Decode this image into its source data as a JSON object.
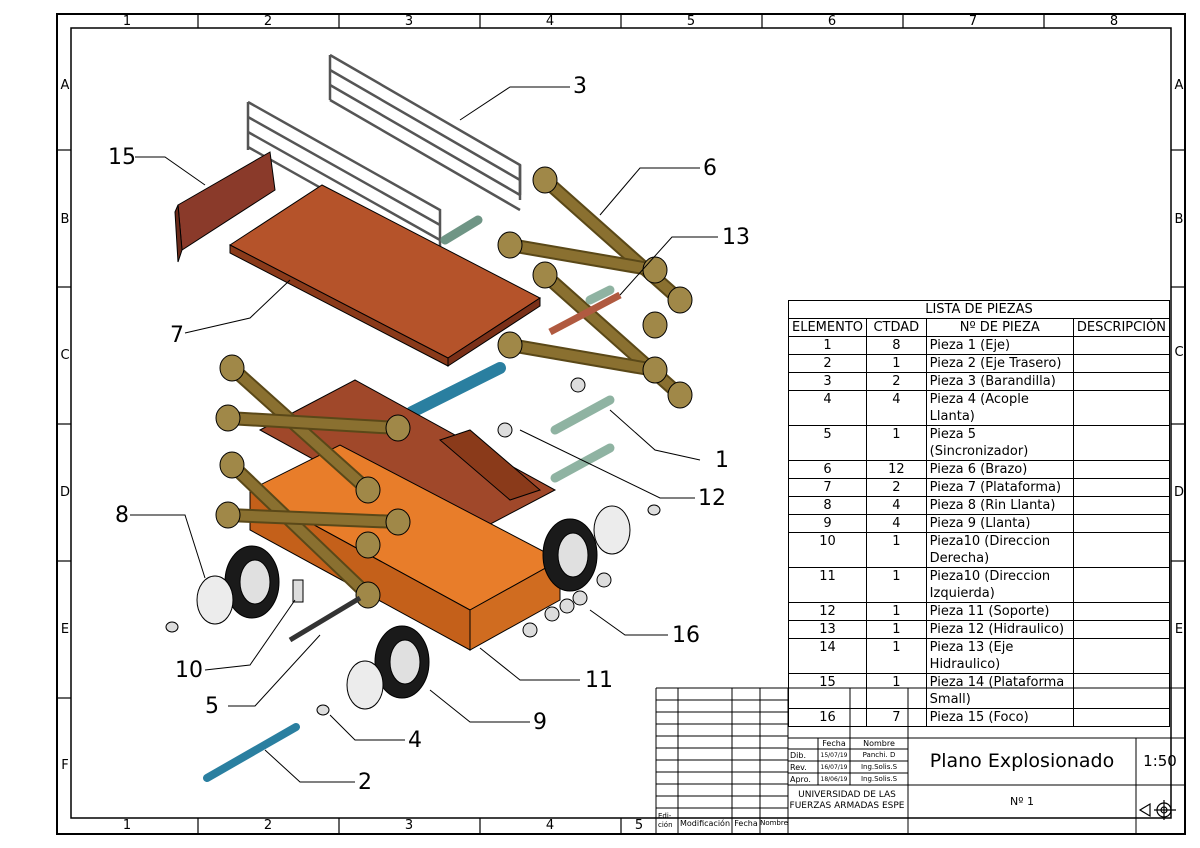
{
  "frame": {
    "columns": [
      "1",
      "2",
      "3",
      "4",
      "5",
      "6",
      "7",
      "8"
    ],
    "rows": [
      "A",
      "B",
      "C",
      "D",
      "E",
      "F"
    ]
  },
  "balloons": {
    "b1": "1",
    "b2": "2",
    "b3": "3",
    "b4": "4",
    "b5": "5",
    "b6": "6",
    "b7": "7",
    "b8": "8",
    "b9": "9",
    "b10": "10",
    "b11": "11",
    "b12": "12",
    "b13": "13",
    "b15": "15",
    "b16": "16"
  },
  "parts_list": {
    "title": "LISTA DE PIEZAS",
    "headers": [
      "ELEMENTO",
      "CTDAD",
      "Nº DE PIEZA",
      "DESCRIPCIÓN"
    ],
    "rows": [
      {
        "el": "1",
        "qty": "8",
        "name": "Pieza 1 (Eje)"
      },
      {
        "el": "2",
        "qty": "1",
        "name": "Pieza 2 (Eje Trasero)"
      },
      {
        "el": "3",
        "qty": "2",
        "name": "Pieza 3 (Barandilla)"
      },
      {
        "el": "4",
        "qty": "4",
        "name": "Pieza 4 (Acople Llanta)"
      },
      {
        "el": "5",
        "qty": "1",
        "name": "Pieza 5 (Sincronizador)"
      },
      {
        "el": "6",
        "qty": "12",
        "name": "Pieza 6 (Brazo)"
      },
      {
        "el": "7",
        "qty": "2",
        "name": "Pieza 7 (Plataforma)"
      },
      {
        "el": "8",
        "qty": "4",
        "name": "Pieza 8 (Rin Llanta)"
      },
      {
        "el": "9",
        "qty": "4",
        "name": "Pieza 9 (Llanta)"
      },
      {
        "el": "10",
        "qty": "1",
        "name": "Pieza10 (Direccion Derecha)"
      },
      {
        "el": "11",
        "qty": "1",
        "name": "Pieza10 (Direccion Izquierda)"
      },
      {
        "el": "12",
        "qty": "1",
        "name": "Pieza 11 (Soporte)"
      },
      {
        "el": "13",
        "qty": "1",
        "name": "Pieza 12 (Hidraulico)"
      },
      {
        "el": "14",
        "qty": "1",
        "name": "Pieza 13 (Eje Hidraulico)"
      },
      {
        "el": "15",
        "qty": "1",
        "name": "Pieza 14 (Plataforma Small)"
      },
      {
        "el": "16",
        "qty": "7",
        "name": "Pieza 15 (Foco)"
      }
    ]
  },
  "title_block": {
    "fecha_label": "Fecha",
    "nombre_label": "Nombre",
    "dib_label": "Dib.",
    "dib_date": "15/07/19",
    "dib_name": "Panchi. D",
    "rev_label": "Rev.",
    "rev_date": "16/07/19",
    "rev_name": "Ing.Solis.S",
    "apro_label": "Apro.",
    "apro_date": "18/06/19",
    "apro_name": "Ing.Solis.S",
    "university": "UNIVERSIDAD DE LAS FUERZAS ARMADAS ESPE",
    "title": "Plano Explosionado",
    "scale": "1:50",
    "number": "Nº 1",
    "edicion": "Edi- ción",
    "modificacion": "Modificación",
    "fecha2": "Fecha",
    "nombre2": "Nombre"
  },
  "colors": {
    "platform": "#b5532a",
    "platform_dark": "#8a3a1a",
    "base": "#e87d2a",
    "arm": "#8a7030",
    "arm_dark": "#5a4818",
    "axle": "#8fb3a2",
    "hydraulic": "#2a7fa0",
    "wheel": "#1a1a1a",
    "rim": "#dddddd",
    "end_block": "#7a3020"
  }
}
